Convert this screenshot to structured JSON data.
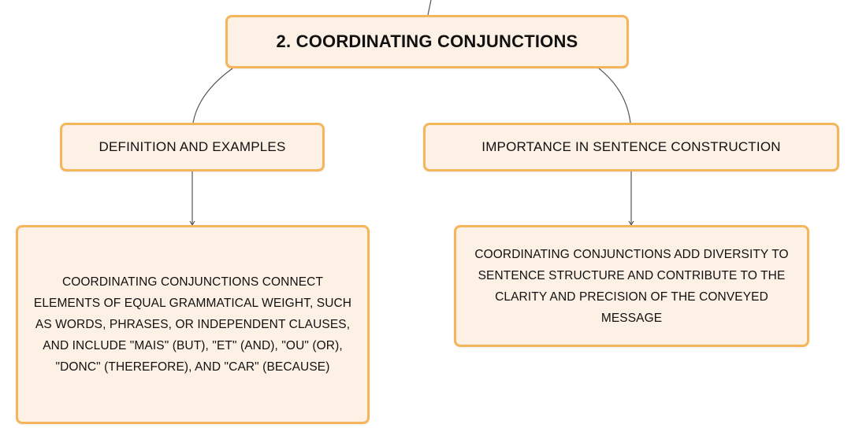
{
  "colors": {
    "border": "#f5b65b",
    "fill": "#fdf0e4",
    "edge": "#555555",
    "text": "#111111"
  },
  "root": {
    "title": "2. COORDINATING CONJUNCTIONS"
  },
  "branches": [
    {
      "label": "DEFINITION AND EXAMPLES",
      "detail": "COORDINATING CONJUNCTIONS CONNECT ELEMENTS OF EQUAL GRAMMATICAL WEIGHT, SUCH AS WORDS, PHRASES, OR INDEPENDENT CLAUSES, AND INCLUDE \"MAIS\" (BUT), \"ET\" (AND), \"OU\" (OR), \"DONC\" (THEREFORE), AND \"CAR\" (BECAUSE)"
    },
    {
      "label": "IMPORTANCE IN SENTENCE CONSTRUCTION",
      "detail": "COORDINATING CONJUNCTIONS ADD DIVERSITY TO SENTENCE STRUCTURE AND CONTRIBUTE TO THE CLARITY AND PRECISION OF THE CONVEYED MESSAGE"
    }
  ]
}
